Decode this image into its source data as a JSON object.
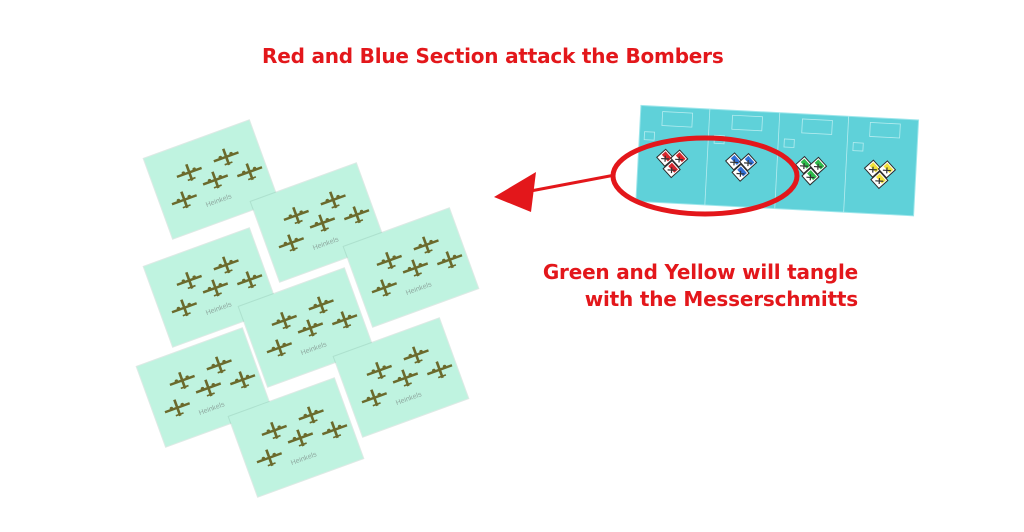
{
  "captions": {
    "top": "Red and Blue Section attack the Bombers",
    "right_line1": "Green and Yellow will tangle",
    "right_line2": "with the Messerschmitts"
  },
  "bomber_cards": [
    {
      "label": "Heinkels"
    },
    {
      "label": "Heinkels"
    },
    {
      "label": "Heinkels"
    },
    {
      "label": "Heinkels"
    },
    {
      "label": "Heinkels"
    },
    {
      "label": "Heinkels"
    },
    {
      "label": "Heinkels"
    },
    {
      "label": "Heinkels"
    }
  ],
  "fighter_board": {
    "sections": [
      {
        "name": "Red",
        "color": "#d8272d"
      },
      {
        "name": "Blue",
        "color": "#2f6fd6"
      },
      {
        "name": "Green",
        "color": "#2dbb4a"
      },
      {
        "name": "Yellow",
        "color": "#f2e23a"
      }
    ]
  },
  "colors": {
    "caption": "#e3171b",
    "highlight": "#e3171b",
    "card": "#bff3e0",
    "board": "#5fd1d9",
    "plane": "#6b6a2c"
  }
}
